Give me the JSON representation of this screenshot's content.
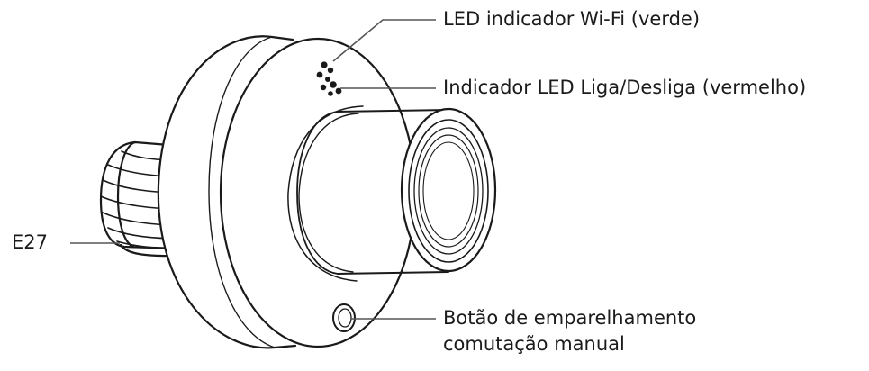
{
  "labels": {
    "wifi_led": "LED indicador Wi-Fi (verde)",
    "power_led": "Indicador LED Liga/Desliga (vermelho)",
    "socket": "E27",
    "button_line1": "Botão de emparelhamento",
    "button_line2": "comutação manual"
  },
  "colors": {
    "outline": "#1a1a1a",
    "leader": "#555555",
    "background": "#ffffff"
  }
}
